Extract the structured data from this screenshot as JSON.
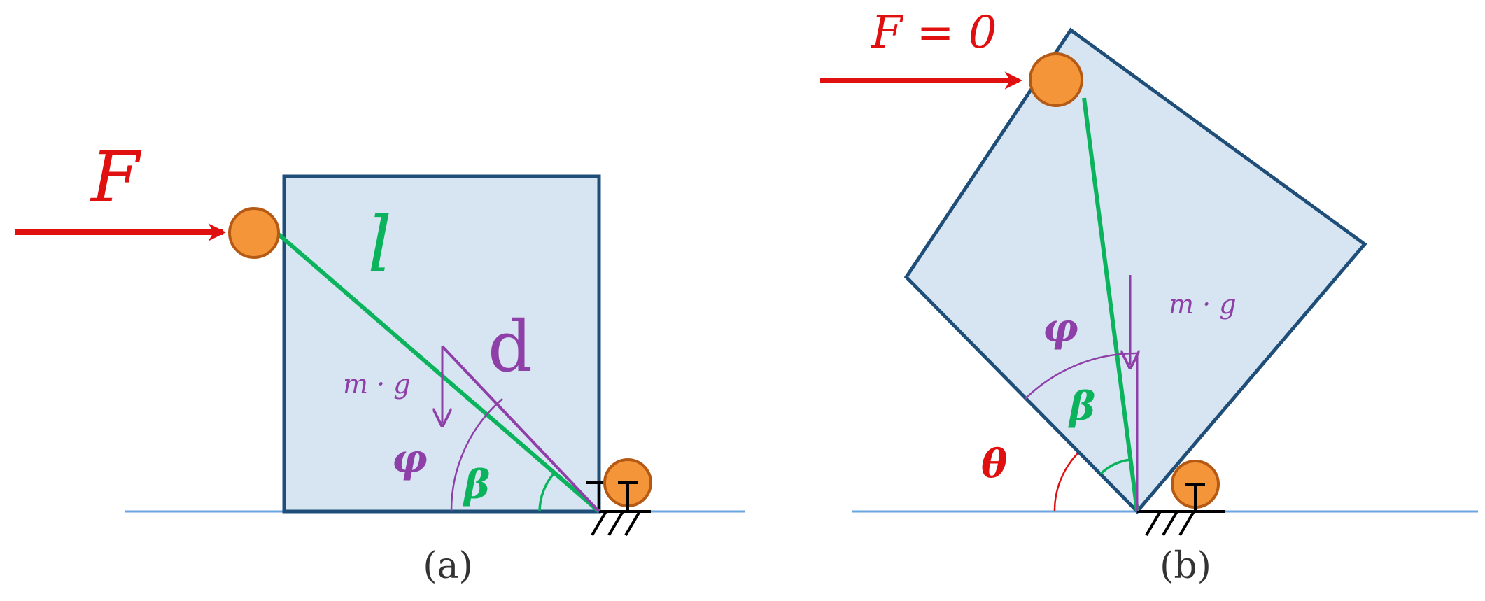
{
  "colors": {
    "block_fill": "#d7e5f2",
    "block_stroke": "#1f4e79",
    "force": "#e01010",
    "green": "#0bb35c",
    "purple": "#8e3fa8",
    "ground": "#6aa6e0",
    "roller_fill": "#f5953a",
    "roller_stroke": "#b55a14"
  },
  "panel_a": {
    "force_label": "F",
    "length_label": "l",
    "distance_label": "d",
    "weight_label": "m · g",
    "phi_label": "φ",
    "beta_label": "β",
    "caption": "(a)"
  },
  "panel_b": {
    "force_label": "F = 0",
    "weight_label": "m · g",
    "phi_label": "φ",
    "beta_label": "β",
    "theta_label": "θ",
    "caption": "(b)"
  }
}
